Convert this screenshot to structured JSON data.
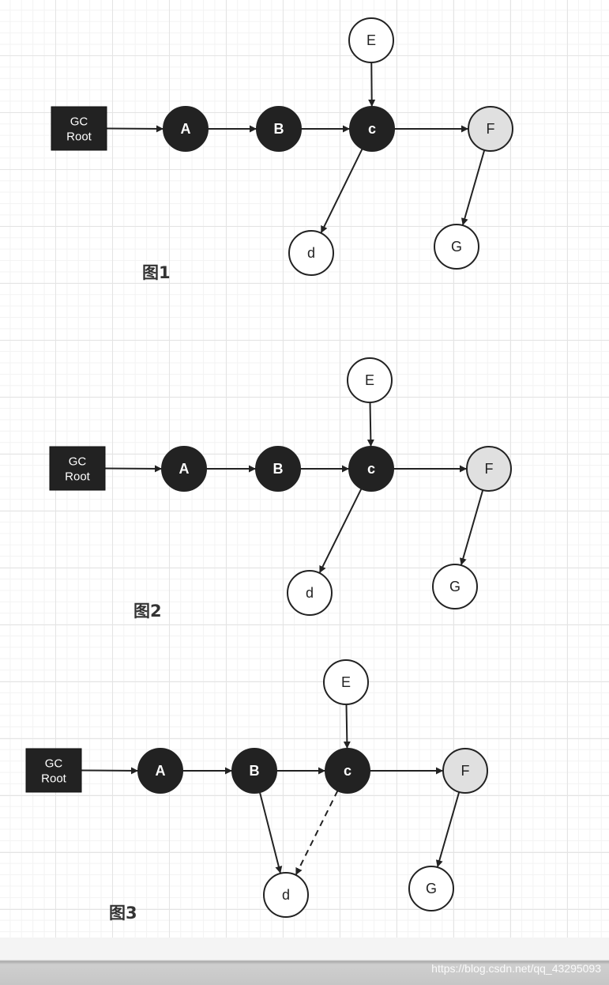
{
  "figures": [
    {
      "label": "图1",
      "root_label_line1": "GC",
      "root_label_line2": "Root",
      "nodes": {
        "A": "A",
        "B": "B",
        "C": "c",
        "D": "d",
        "E": "E",
        "F": "F",
        "G": "G"
      },
      "edges": [
        {
          "from": "root",
          "to": "A",
          "style": "solid"
        },
        {
          "from": "A",
          "to": "B",
          "style": "solid"
        },
        {
          "from": "B",
          "to": "C",
          "style": "solid"
        },
        {
          "from": "E",
          "to": "C",
          "style": "solid"
        },
        {
          "from": "C",
          "to": "F",
          "style": "solid"
        },
        {
          "from": "C",
          "to": "D",
          "style": "solid"
        },
        {
          "from": "F",
          "to": "G",
          "style": "solid"
        }
      ]
    },
    {
      "label": "图2",
      "root_label_line1": "GC",
      "root_label_line2": "Root",
      "nodes": {
        "A": "A",
        "B": "B",
        "C": "c",
        "D": "d",
        "E": "E",
        "F": "F",
        "G": "G"
      },
      "edges": [
        {
          "from": "root",
          "to": "A",
          "style": "solid"
        },
        {
          "from": "A",
          "to": "B",
          "style": "solid"
        },
        {
          "from": "B",
          "to": "C",
          "style": "solid"
        },
        {
          "from": "E",
          "to": "C",
          "style": "solid"
        },
        {
          "from": "C",
          "to": "F",
          "style": "solid"
        },
        {
          "from": "C",
          "to": "D",
          "style": "solid"
        },
        {
          "from": "F",
          "to": "G",
          "style": "solid"
        }
      ]
    },
    {
      "label": "图3",
      "root_label_line1": "GC",
      "root_label_line2": "Root",
      "nodes": {
        "A": "A",
        "B": "B",
        "C": "c",
        "D": "d",
        "E": "E",
        "F": "F",
        "G": "G"
      },
      "edges": [
        {
          "from": "root",
          "to": "A",
          "style": "solid"
        },
        {
          "from": "A",
          "to": "B",
          "style": "solid"
        },
        {
          "from": "B",
          "to": "C",
          "style": "solid"
        },
        {
          "from": "E",
          "to": "C",
          "style": "solid"
        },
        {
          "from": "C",
          "to": "F",
          "style": "solid"
        },
        {
          "from": "B",
          "to": "D",
          "style": "solid"
        },
        {
          "from": "C",
          "to": "D",
          "style": "dashed"
        },
        {
          "from": "F",
          "to": "G",
          "style": "solid"
        }
      ]
    }
  ],
  "node_colors": {
    "black": "#222222",
    "gray": "#e0e0e0",
    "white": "#ffffff"
  },
  "node_color_map": {
    "A": "black",
    "B": "black",
    "C": "black",
    "D": "white",
    "E": "white",
    "F": "gray",
    "G": "white"
  },
  "watermark": "https://blog.csdn.net/qq_43295093"
}
